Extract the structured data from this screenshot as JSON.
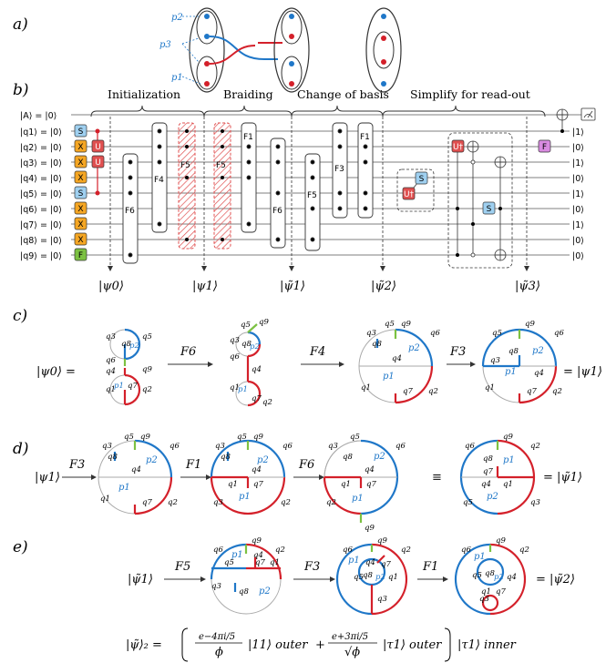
{
  "panels": {
    "a": "a)",
    "b": "b)",
    "c": "c)",
    "d": "d)",
    "e": "e)"
  },
  "panel_a": {
    "p1": "p1",
    "p2": "p2",
    "p3": "p3"
  },
  "sections": [
    "Initialization",
    "Braiding",
    "Change of basis",
    "Simplify for read-out"
  ],
  "registers": [
    "|A⟩ = |0⟩",
    "|q1⟩ = |0⟩",
    "|q2⟩ = |0⟩",
    "|q3⟩ = |0⟩",
    "|q4⟩ = |0⟩",
    "|q5⟩ = |0⟩",
    "|q6⟩ = |0⟩",
    "|q7⟩ = |0⟩",
    "|q8⟩ = |0⟩",
    "|q9⟩ = |0⟩"
  ],
  "outputs": [
    "|1⟩",
    "|0⟩",
    "|1⟩",
    "|0⟩",
    "|1⟩",
    "|0⟩",
    "|1⟩",
    "|0⟩",
    "|0⟩"
  ],
  "gates": {
    "S": "S",
    "X": "X",
    "U": "U",
    "F": "F",
    "F1": "F1",
    "F3": "F3",
    "F4": "F4",
    "F5": "F5",
    "F6": "F6",
    "Udag": "U†"
  },
  "states": [
    "|ψ0⟩",
    "|ψ1⟩",
    "|ψ̃1⟩",
    "|ψ̃2⟩",
    "|ψ̃3⟩"
  ],
  "eq_c": {
    "lhs": "|ψ0⟩ =",
    "rhs": "= |ψ1⟩",
    "ops": [
      "F6",
      "F4",
      "F3"
    ]
  },
  "eq_d": {
    "lhs": "|ψ1⟩",
    "rhs": "= |ψ̃1⟩",
    "equiv": "≡",
    "ops": [
      "F3",
      "F1",
      "F6"
    ]
  },
  "eq_e": {
    "lhs": "|ψ̃1⟩",
    "rhs": "= |ψ̃2⟩",
    "ops": [
      "F5",
      "F3",
      "F1"
    ]
  },
  "formula": {
    "lhs": "|ψ̃⟩₂ =",
    "num1": "e−4πi/5",
    "den1": "ϕ",
    "ket1": "|11⟩ outer",
    "plus": "+",
    "num2": "e+3πi/5",
    "den2": "√ϕ",
    "ket2": "|τ1⟩ outer",
    "inner": "|τ1⟩ inner"
  },
  "diagram_labels": {
    "q1": "q1",
    "q2": "q2",
    "q3": "q3",
    "q4": "q4",
    "q5": "q5",
    "q6": "q6",
    "q7": "q7",
    "q8": "q8",
    "q9": "q9",
    "p1": "p1",
    "p2": "p2"
  },
  "colors": {
    "red": "#d4202a",
    "blue": "#1f77c8",
    "green": "#7cc142",
    "orange": "#f5a623",
    "lightblue": "#9fd0f0",
    "lightred": "#e05050",
    "purple": "#d98be0"
  }
}
